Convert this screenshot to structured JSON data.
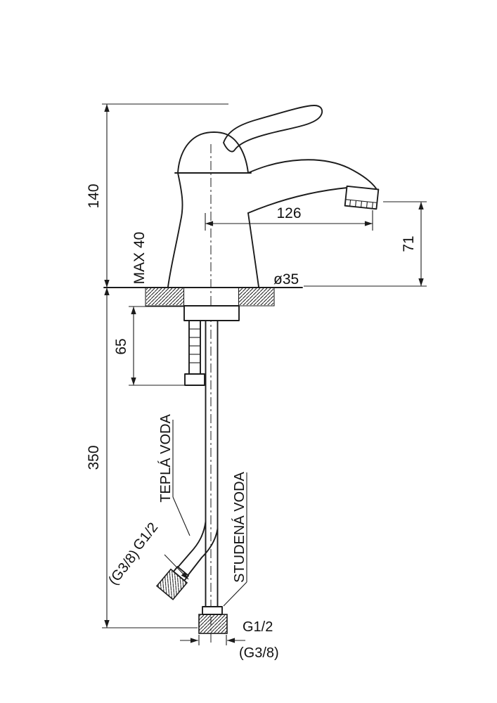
{
  "drawing": {
    "type": "technical-dimension-drawing",
    "subject": "single-lever basin faucet, side view with installation dimensions",
    "colors": {
      "line": "#1c1c1c",
      "background": "#ffffff"
    },
    "dims": {
      "height_above_deck": "140",
      "max_deck_thickness": "MAX 40",
      "spout_reach": "126",
      "outlet_height": "71",
      "hole_diameter": "ø35",
      "shank_below_deck": "65",
      "supply_length": "350"
    },
    "labels": {
      "hot_water": "TEPLÁ VODA",
      "cold_water": "STUDENÁ VODA",
      "hot_thread": "G1/2",
      "hot_thread_alt": "(G3/8)",
      "cold_thread": "G1/2",
      "cold_thread_alt": "(G3/8)"
    }
  }
}
